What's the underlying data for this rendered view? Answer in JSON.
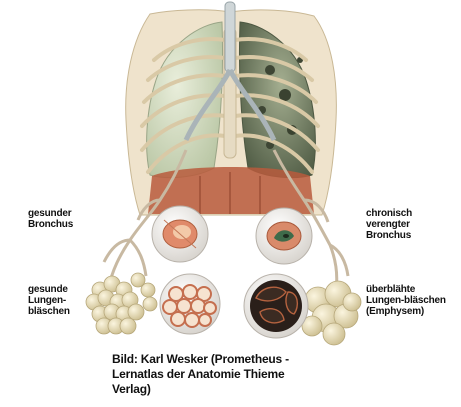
{
  "labels": {
    "healthy_bronchus": "gesunder\nBronchus",
    "healthy_alveoli": "gesunde\nLungen-\nbläschen",
    "chronic_bronchus": "chronisch\nverengter\nBronchus",
    "emphysema": "überblähte\nLungen-bläschen\n(Emphysem)"
  },
  "caption": "Bild: Karl Wesker (Prometheus -\nLernatlas der Anatomie Thieme\nVerlag)",
  "colors": {
    "healthy_tissue": "#e08a6a",
    "diseased_tissue": "#4a3a2a",
    "bone": "#e8ddc8",
    "lung_healthy": "#d9e4c7",
    "lung_diseased": "#7e8a6e",
    "alveoli": "#efe6c8"
  }
}
